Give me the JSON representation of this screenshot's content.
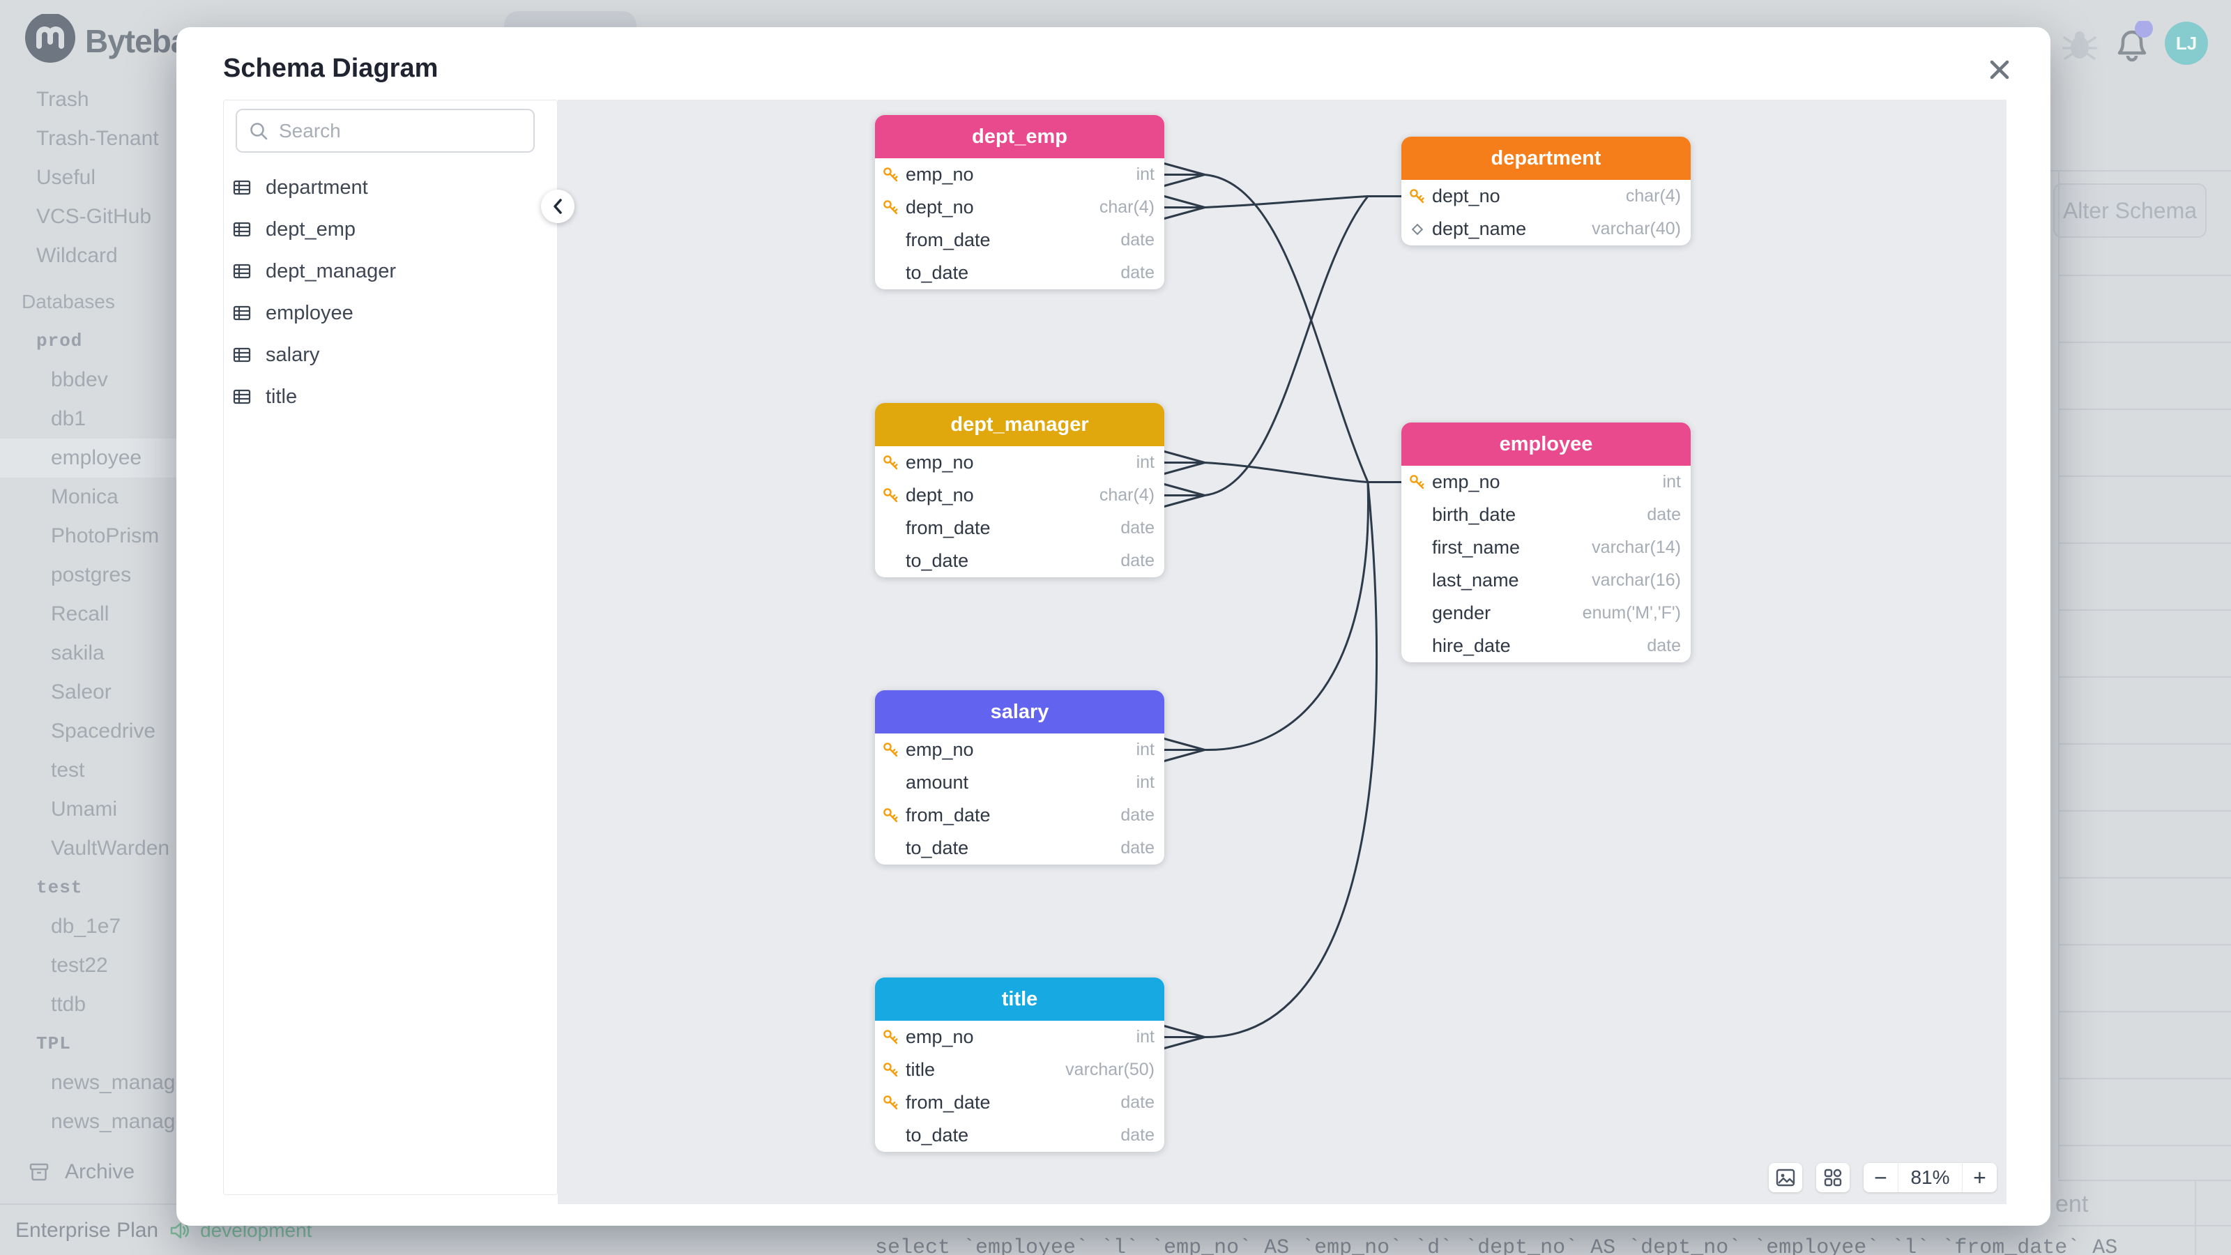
{
  "app": {
    "brand": "Bytebase",
    "topbar": {
      "avatar_initials": "LJ",
      "notification_dot_color": "#AAACE9",
      "avatar_color": "#86CCCE"
    },
    "sidebar": {
      "items": [
        {
          "label": "Trash",
          "type": "item",
          "indent": 1
        },
        {
          "label": "Trash-Tenant",
          "type": "item",
          "indent": 1
        },
        {
          "label": "Useful",
          "type": "item",
          "indent": 1
        },
        {
          "label": "VCS-GitHub",
          "type": "item",
          "indent": 1
        },
        {
          "label": "Wildcard",
          "type": "item",
          "indent": 1
        },
        {
          "label": "Databases",
          "type": "section",
          "indent": 0
        },
        {
          "label": "prod",
          "type": "group",
          "indent": 1
        },
        {
          "label": "bbdev",
          "type": "child",
          "indent": 2
        },
        {
          "label": "db1",
          "type": "child",
          "indent": 2
        },
        {
          "label": "employee",
          "type": "child",
          "indent": 2,
          "selected": true
        },
        {
          "label": "Monica",
          "type": "child",
          "indent": 2
        },
        {
          "label": "PhotoPrism",
          "type": "child",
          "indent": 2
        },
        {
          "label": "postgres",
          "type": "child",
          "indent": 2
        },
        {
          "label": "Recall",
          "type": "child",
          "indent": 2
        },
        {
          "label": "sakila",
          "type": "child",
          "indent": 2
        },
        {
          "label": "Saleor",
          "type": "child",
          "indent": 2
        },
        {
          "label": "Spacedrive",
          "type": "child",
          "indent": 2
        },
        {
          "label": "test",
          "type": "child",
          "indent": 2
        },
        {
          "label": "Umami",
          "type": "child",
          "indent": 2
        },
        {
          "label": "VaultWarden",
          "type": "child",
          "indent": 2
        },
        {
          "label": "test",
          "type": "group",
          "indent": 1
        },
        {
          "label": "db_1e7",
          "type": "child",
          "indent": 2
        },
        {
          "label": "test22",
          "type": "child",
          "indent": 2
        },
        {
          "label": "ttdb",
          "type": "child",
          "indent": 2
        },
        {
          "label": "TPL",
          "type": "group",
          "indent": 1
        },
        {
          "label": "news_manage",
          "type": "child",
          "indent": 2
        },
        {
          "label": "news_manage",
          "type": "child",
          "indent": 2
        }
      ],
      "archive_label": "Archive",
      "plan_label": "Enterprise Plan",
      "env_label": "development"
    },
    "background": {
      "alter_schema_label": "Alter Schema",
      "text_fragment": "ent",
      "sql_snippet": "select `employee` `l` `emp_no` AS `emp_no` `d` `dept_no` AS `dept_no` `employee` `l` `from_date` AS"
    }
  },
  "modal": {
    "title": "Schema Diagram",
    "search_placeholder": "Search",
    "table_list": [
      "department",
      "dept_emp",
      "dept_manager",
      "employee",
      "salary",
      "title"
    ],
    "toolbar": {
      "zoom_level": "81%",
      "zoom_out": "−",
      "zoom_in": "+"
    }
  },
  "diagram": {
    "tables": [
      {
        "name": "dept_emp",
        "color": "#E9498D",
        "columns": [
          {
            "name": "emp_no",
            "type": "int",
            "icon": "key"
          },
          {
            "name": "dept_no",
            "type": "char(4)",
            "icon": "key"
          },
          {
            "name": "from_date",
            "type": "date",
            "icon": null
          },
          {
            "name": "to_date",
            "type": "date",
            "icon": null
          }
        ]
      },
      {
        "name": "department",
        "color": "#F57E1B",
        "columns": [
          {
            "name": "dept_no",
            "type": "char(4)",
            "icon": "key"
          },
          {
            "name": "dept_name",
            "type": "varchar(40)",
            "icon": "diamond"
          }
        ]
      },
      {
        "name": "dept_manager",
        "color": "#E0A80C",
        "columns": [
          {
            "name": "emp_no",
            "type": "int",
            "icon": "key"
          },
          {
            "name": "dept_no",
            "type": "char(4)",
            "icon": "key"
          },
          {
            "name": "from_date",
            "type": "date",
            "icon": null
          },
          {
            "name": "to_date",
            "type": "date",
            "icon": null
          }
        ]
      },
      {
        "name": "employee",
        "color": "#E9498D",
        "columns": [
          {
            "name": "emp_no",
            "type": "int",
            "icon": "key"
          },
          {
            "name": "birth_date",
            "type": "date",
            "icon": null
          },
          {
            "name": "first_name",
            "type": "varchar(14)",
            "icon": null
          },
          {
            "name": "last_name",
            "type": "varchar(16)",
            "icon": null
          },
          {
            "name": "gender",
            "type": "enum('M','F')",
            "icon": null
          },
          {
            "name": "hire_date",
            "type": "date",
            "icon": null
          }
        ]
      },
      {
        "name": "salary",
        "color": "#6264EF",
        "columns": [
          {
            "name": "emp_no",
            "type": "int",
            "icon": "key"
          },
          {
            "name": "amount",
            "type": "int",
            "icon": null
          },
          {
            "name": "from_date",
            "type": "date",
            "icon": "key"
          },
          {
            "name": "to_date",
            "type": "date",
            "icon": null
          }
        ]
      },
      {
        "name": "title",
        "color": "#17A9E2",
        "columns": [
          {
            "name": "emp_no",
            "type": "int",
            "icon": "key"
          },
          {
            "name": "title",
            "type": "varchar(50)",
            "icon": "key"
          },
          {
            "name": "from_date",
            "type": "date",
            "icon": "key"
          },
          {
            "name": "to_date",
            "type": "date",
            "icon": null
          }
        ]
      }
    ],
    "edges": [
      {
        "from": "dept_emp.emp_no",
        "to": "employee.emp_no"
      },
      {
        "from": "dept_emp.dept_no",
        "to": "department.dept_no"
      },
      {
        "from": "dept_manager.emp_no",
        "to": "employee.emp_no"
      },
      {
        "from": "dept_manager.dept_no",
        "to": "department.dept_no"
      },
      {
        "from": "salary.emp_no",
        "to": "employee.emp_no"
      },
      {
        "from": "title.emp_no",
        "to": "employee.emp_no"
      }
    ],
    "edge_color": "#2D3A49",
    "key_icon_color": "#F59E0B"
  }
}
